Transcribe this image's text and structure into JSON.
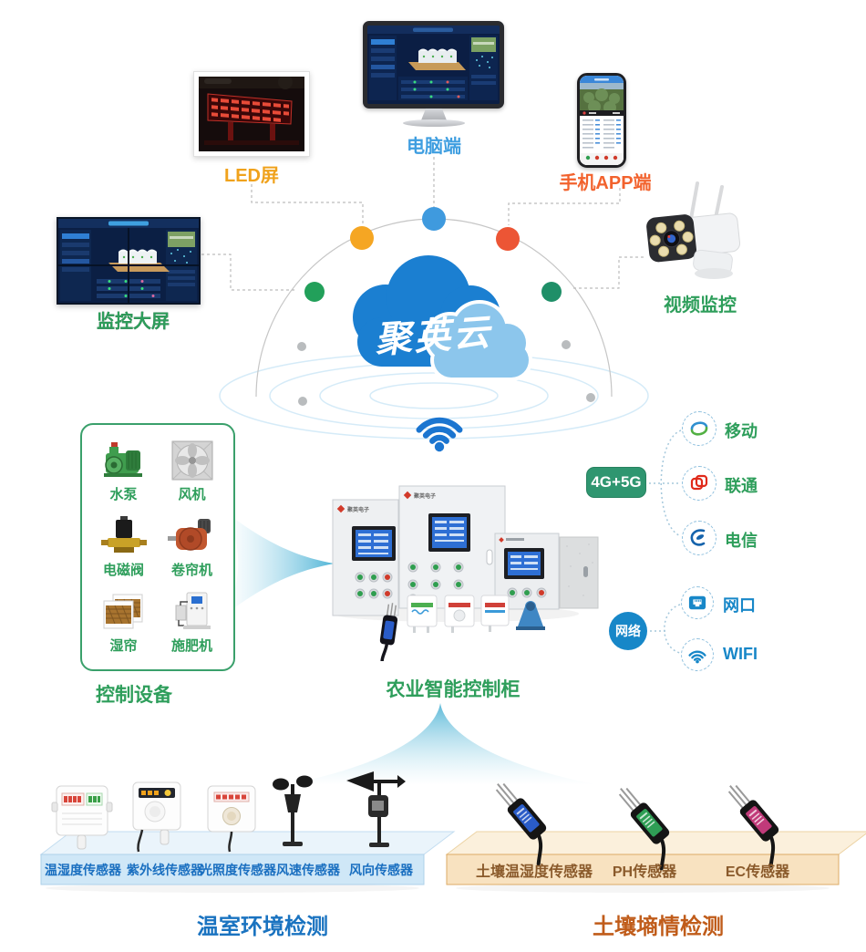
{
  "cloud": {
    "label": "聚英云"
  },
  "top_devices": {
    "pc": {
      "label": "电脑端"
    },
    "led": {
      "label": "LED屏"
    },
    "phone": {
      "label": "手机APP端"
    },
    "big_screen": {
      "label": "监控大屏"
    },
    "camera": {
      "label": "视频监控"
    }
  },
  "control_devices": {
    "title": "控制设备",
    "items": [
      {
        "label": "水泵",
        "icon": "water-pump"
      },
      {
        "label": "风机",
        "icon": "exhaust-fan"
      },
      {
        "label": "电磁阀",
        "icon": "solenoid-valve"
      },
      {
        "label": "卷帘机",
        "icon": "roller-motor"
      },
      {
        "label": "湿帘",
        "icon": "wet-curtain"
      },
      {
        "label": "施肥机",
        "icon": "fertilizer-machine"
      }
    ]
  },
  "cabinet": {
    "label": "农业智能控制柜",
    "brand": "聚英电子"
  },
  "connectivity": {
    "cellular": {
      "badge": "4G+5G",
      "carriers": [
        {
          "label": "移动",
          "icon": "china-mobile-logo"
        },
        {
          "label": "联通",
          "icon": "china-unicom-logo"
        },
        {
          "label": "电信",
          "icon": "china-telecom-logo"
        }
      ]
    },
    "network": {
      "badge": "网络",
      "options": [
        {
          "label": "网口",
          "icon": "ethernet-port-icon"
        },
        {
          "label": "WIFI",
          "icon": "wifi-icon"
        }
      ]
    }
  },
  "greenhouse": {
    "title": "温室环境检测",
    "items": [
      "温湿度传感器",
      "紫外线传感器",
      "光照度传感器",
      "风速传感器",
      "风向传感器"
    ]
  },
  "soil": {
    "title": "土壤墒情检测",
    "items": [
      "土壤温湿度传感器",
      "PH传感器",
      "EC传感器"
    ]
  },
  "colors": {
    "green_label": "#2e9e5b",
    "pc_label_blue": "#3f9ee0",
    "led_label_orange": "#f0a21c",
    "phone_label_orange_red": "#f2622d",
    "greenhouse_title_blue": "#1a73c0",
    "soil_title_orange": "#c05c1a",
    "cellular_badge_green": "#2f9670",
    "network_badge_blue": "#1787c8",
    "cloud_dark_blue": "#1b7fd1",
    "cloud_light_blue": "#8cc6ec",
    "dot_blue": "#3f9ade",
    "dot_orange": "#f5a623",
    "dot_red": "#ec5535",
    "dot_green": "#22a05a"
  }
}
